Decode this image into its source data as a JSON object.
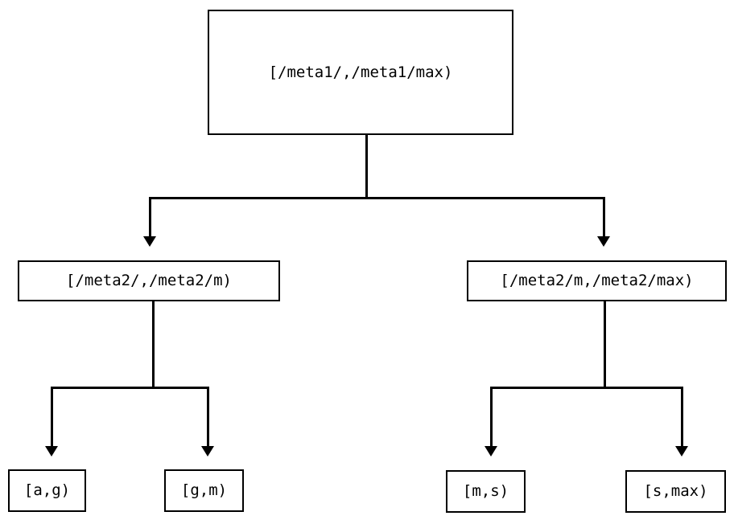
{
  "diagram": {
    "type": "tree",
    "title": "",
    "background_color": "#ffffff",
    "line_color": "#000000",
    "text_color": "#000000",
    "nodes": {
      "root": {
        "label": "[/meta1/,/meta1/max)"
      },
      "mid_left": {
        "label": "[/meta2/,/meta2/m)"
      },
      "mid_right": {
        "label": "[/meta2/m,/meta2/max)"
      },
      "leaf_ag": {
        "label": "[a,g)"
      },
      "leaf_gm": {
        "label": "[g,m)"
      },
      "leaf_ms": {
        "label": "[m,s)"
      },
      "leaf_smax": {
        "label": "[s,max)"
      }
    },
    "edges": [
      {
        "from": "root",
        "to": "mid_left",
        "arrow": "down"
      },
      {
        "from": "root",
        "to": "mid_right",
        "arrow": "down"
      },
      {
        "from": "mid_left",
        "to": "leaf_ag",
        "arrow": "down"
      },
      {
        "from": "mid_left",
        "to": "leaf_gm",
        "arrow": "down"
      },
      {
        "from": "mid_right",
        "to": "leaf_ms",
        "arrow": "down"
      },
      {
        "from": "mid_right",
        "to": "leaf_smax",
        "arrow": "down"
      }
    ]
  }
}
